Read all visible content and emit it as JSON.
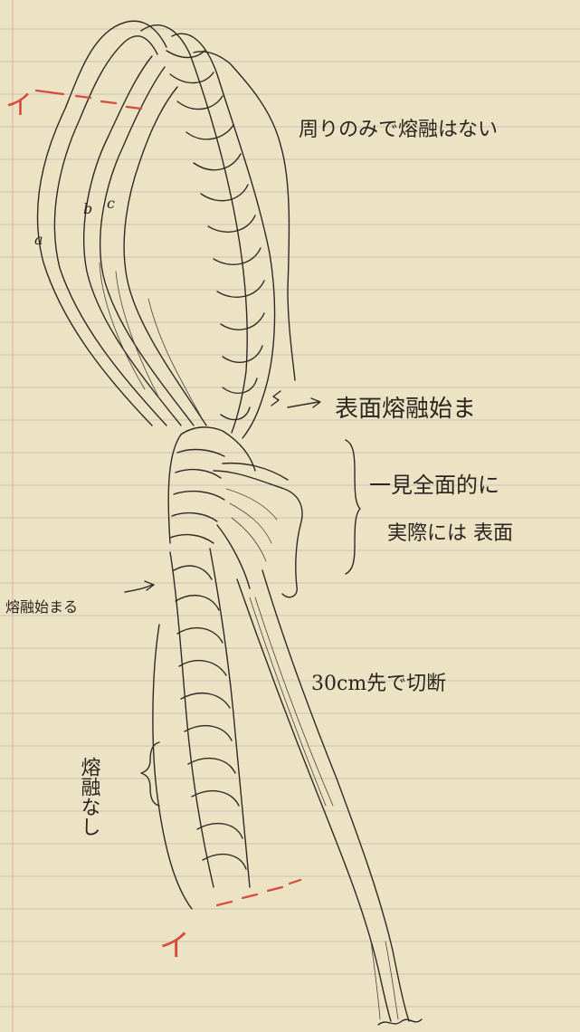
{
  "labels": {
    "annot_top": "周りのみで熔融はない",
    "annot_surface": "表面熔融始ま",
    "annot_brace_line1": "一見全面的に",
    "annot_brace_line2": "実際には 表面",
    "annot_left_start": "熔融始まる",
    "annot_cut": "30cm先で切断",
    "annot_none": "熔融なし",
    "strand_a": "a",
    "strand_b": "b",
    "strand_c": "c",
    "section_top": "イ",
    "section_bottom": "イ"
  }
}
